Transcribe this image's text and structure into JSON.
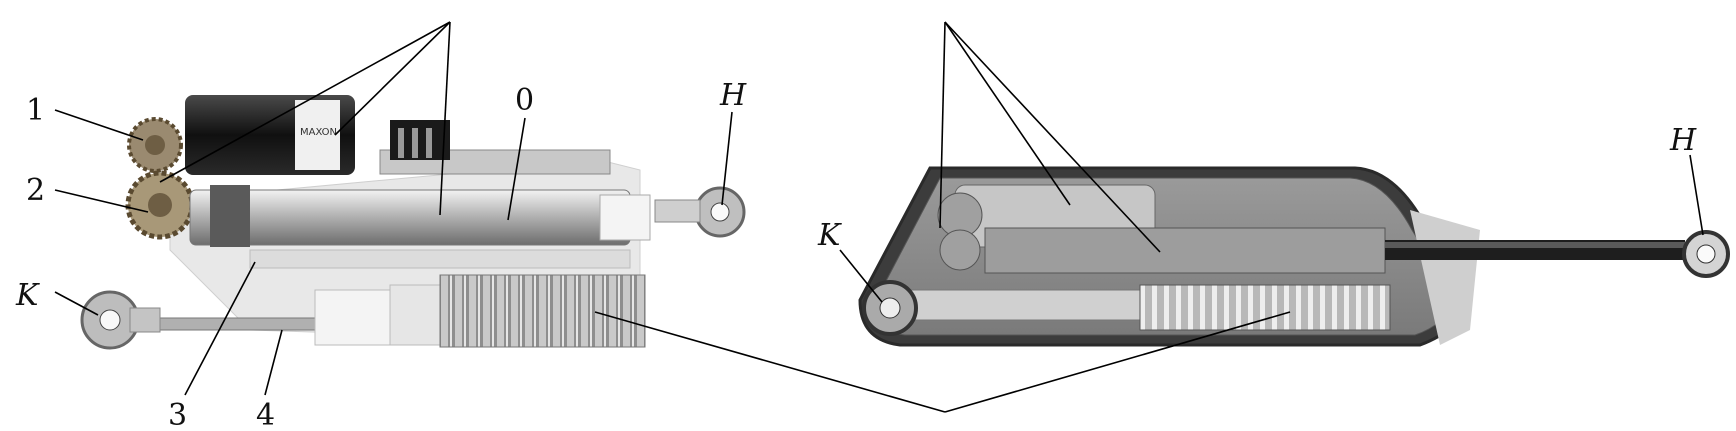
{
  "labels": {
    "num0": "0",
    "num1": "1",
    "num2": "2",
    "num3": "3",
    "num4": "4",
    "hip_left": "H",
    "knee_left": "K",
    "hip_right": "H",
    "knee_right": "K"
  },
  "top_text_fragment": "",
  "bottom_caption_fragment": ""
}
